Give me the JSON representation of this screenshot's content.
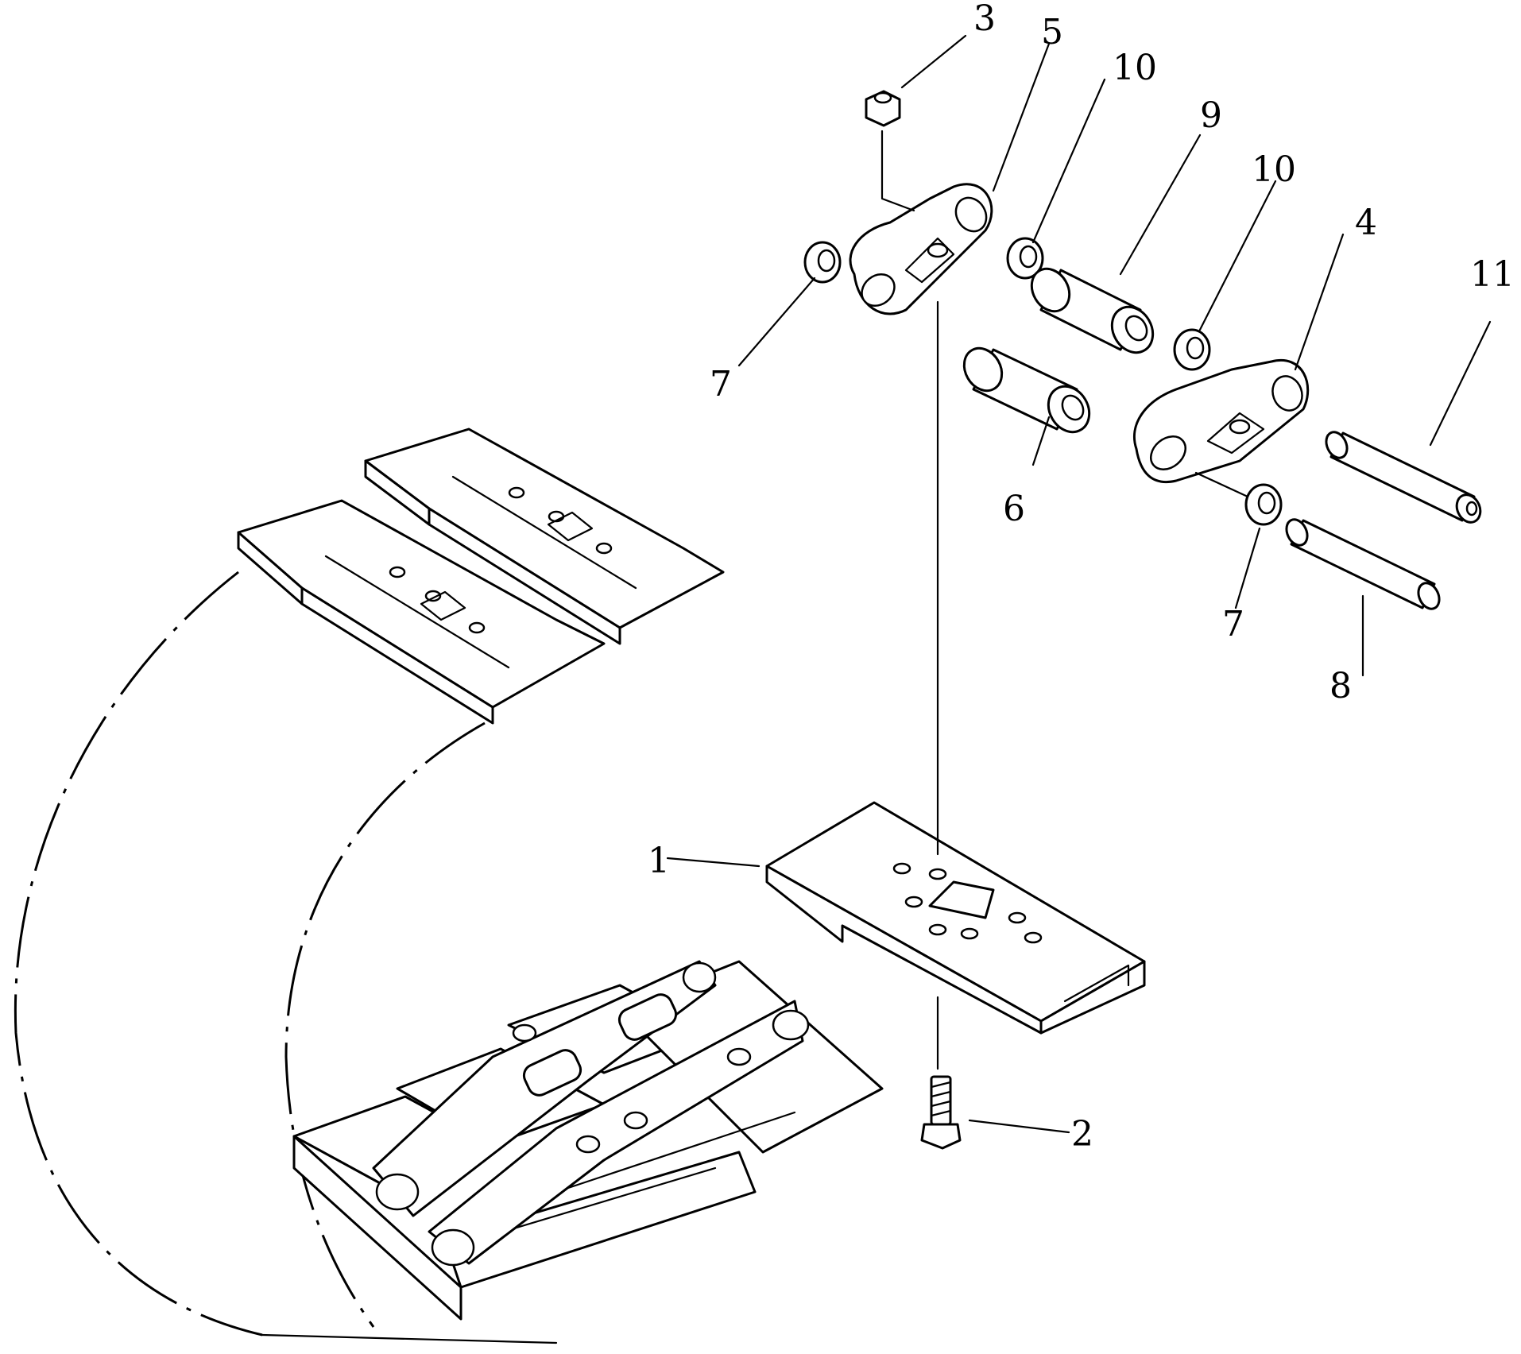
{
  "callouts": [
    {
      "id": "1",
      "text": "1"
    },
    {
      "id": "2",
      "text": "2"
    },
    {
      "id": "3",
      "text": "3"
    },
    {
      "id": "4",
      "text": "4"
    },
    {
      "id": "5",
      "text": "5"
    },
    {
      "id": "6",
      "text": "6"
    },
    {
      "id": "7a",
      "text": "7"
    },
    {
      "id": "7b",
      "text": "7"
    },
    {
      "id": "8",
      "text": "8"
    },
    {
      "id": "9",
      "text": "9"
    },
    {
      "id": "10a",
      "text": "10"
    },
    {
      "id": "10b",
      "text": "10"
    },
    {
      "id": "11",
      "text": "11"
    }
  ]
}
